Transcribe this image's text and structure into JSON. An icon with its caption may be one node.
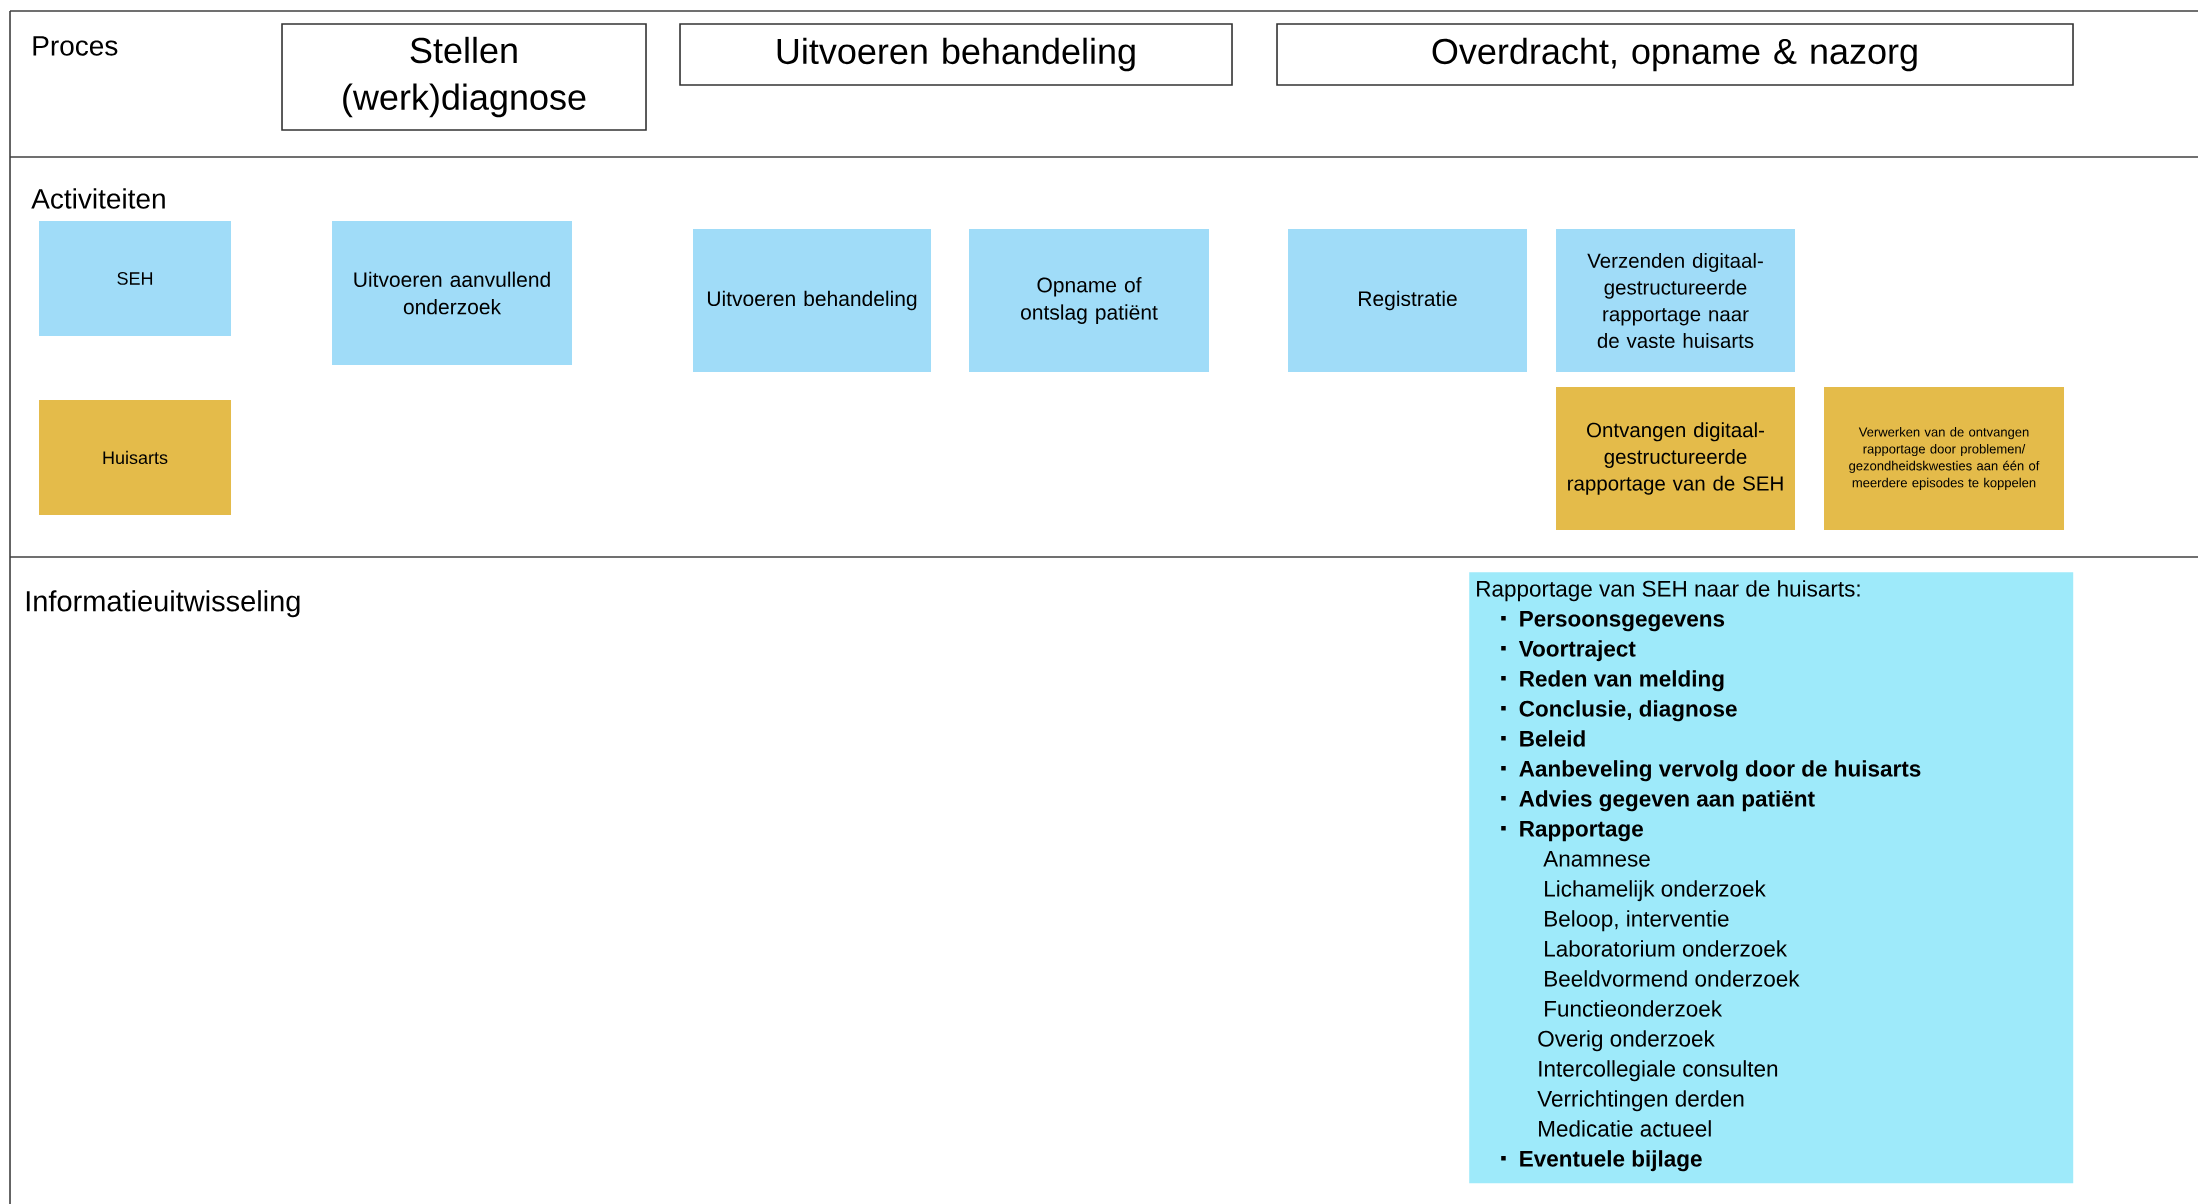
{
  "diagram": {
    "nodes": [
      {
        "text": [
          "Stellen (werk)diagnose"
        ]
      },
      {
        "text": [
          "Uitvoeren behandeling"
        ]
      },
      {
        "text": [
          "Overdracht, opname & nazorg"
        ]
      },
      {
        "text": [
          "SEH"
        ]
      },
      {
        "text": [
          "Uitvoeren aanvullend onderzoek"
        ]
      },
      {
        "text": [
          "Uitvoeren behandeling"
        ]
      },
      {
        "text": [
          "Opname of ontslag patiënt"
        ]
      },
      {
        "text": [
          "Registratie"
        ]
      },
      {
        "text": [
          "Verzenden digitaal-gestructureerde rapportage naar de vaste huisarts"
        ]
      },
      {
        "text": [
          "Huisarts"
        ]
      },
      {
        "text": [
          "Ontvangen digitaal-gestructureerde rapportage van de SEH"
        ]
      },
      {
        "text": [
          "Verwerken van de ontvangen rapportage door problemen/ gezondheidskwesties aan één of meerdere episodes te koppelen"
        ]
      },
      {
        "text": [
          "Rapportage van SEH naar de huisarts:",
          "Persoonsgegevens",
          "Voortraject",
          "Reden van melding",
          "Conclusie, diagnose",
          "Beleid",
          "Aanbeveling vervolg door de huisarts",
          "Advies gegeven aan patiënt",
          "Rapportage",
          "Anamnese",
          "Lichamelijk onderzoek",
          "Beloop, interventie",
          "Laboratorium onderzoek",
          "Beeldvormend onderzoek",
          "Functieonderzoek",
          "Overig onderzoek",
          "Intercollegiale consulten",
          "Verrichtingen derden",
          "Medicatie actueel",
          "Eventuele bijlage"
        ]
      }
    ],
    "edges": [],
    "labels": [
      "Proces",
      "Activiteiten",
      "Informatieuitwisseling"
    ]
  }
}
